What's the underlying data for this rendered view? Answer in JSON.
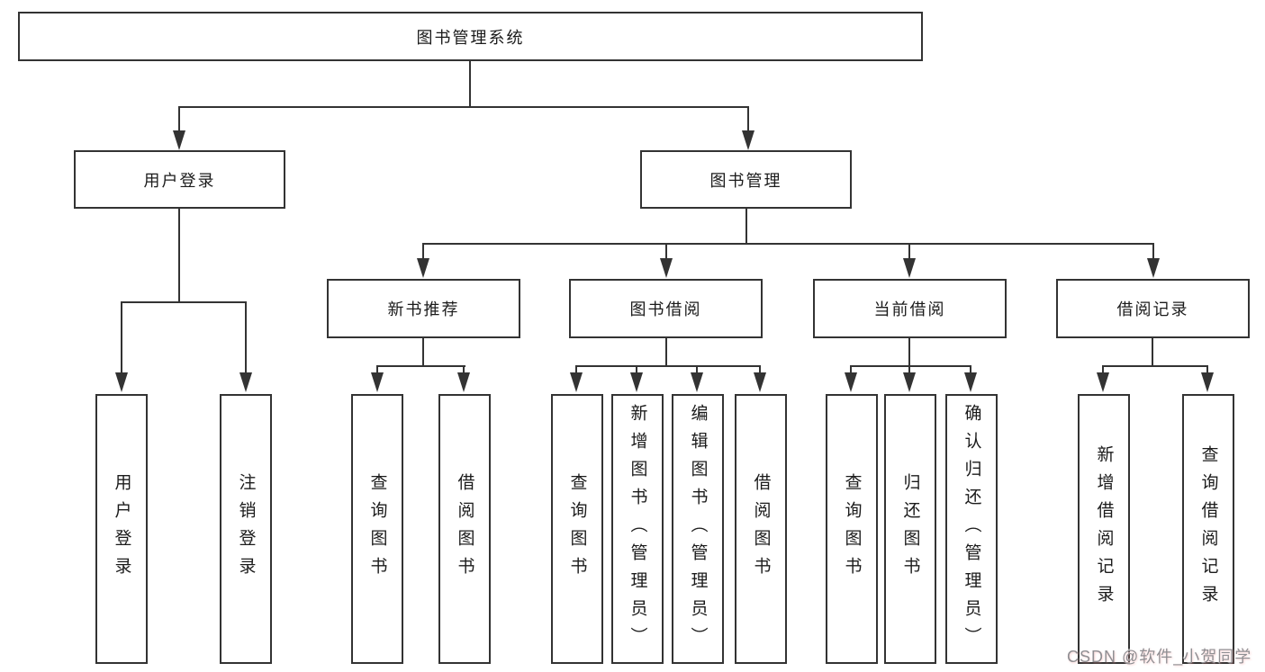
{
  "diagram": {
    "title": "图书管理系统",
    "type": "functional-structure-tree",
    "colors": {
      "background": "#ffffff",
      "line": "#333333",
      "text": "#1b1b1b",
      "watermark": "#8f8f93"
    },
    "nodes": {
      "root": "图书管理系统",
      "branches": [
        {
          "label": "用户登录",
          "children": [
            "用户登录",
            "注销登录"
          ]
        },
        {
          "label": "图书管理",
          "modules": [
            {
              "label": "新书推荐",
              "children": [
                "查询图书",
                "借阅图书"
              ]
            },
            {
              "label": "图书借阅",
              "children": [
                "查询图书",
                "新增图书（管理员）",
                "编辑图书（管理员）",
                "借阅图书"
              ]
            },
            {
              "label": "当前借阅",
              "children": [
                "查询图书",
                "归还图书",
                "确认归还（管理员）"
              ]
            },
            {
              "label": "借阅记录",
              "children": [
                "新增借阅记录",
                "查询借阅记录"
              ]
            }
          ]
        }
      ]
    },
    "watermark": "CSDN @软件_小贺同学"
  }
}
